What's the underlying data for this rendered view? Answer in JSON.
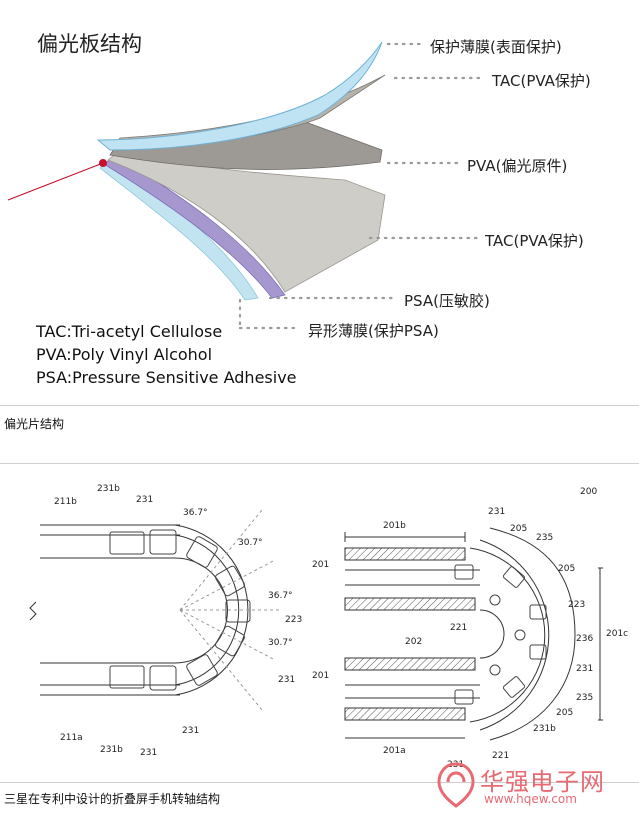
{
  "diagram_title": "偏光板结构",
  "layers": [
    {
      "label": "保护薄膜(表面保护)"
    },
    {
      "label": "TAC(PVA保护)"
    },
    {
      "label": "PVA(偏光原件)"
    },
    {
      "label": "TAC(PVA保护)"
    },
    {
      "label": "PSA(压敏胶)"
    },
    {
      "label": "异形薄膜(保护PSA)"
    }
  ],
  "legend": [
    "TAC:Tri-acetyl Cellulose",
    "PVA:Poly Vinyl Alcohol",
    "PSA:Pressure Sensitive Adhesive"
  ],
  "caption_top": "偏光片结构",
  "caption_bottom": "三星在专利中设计的折叠屏手机转轴结构",
  "patent_labels": {
    "fig_number": "200",
    "left": [
      "211b",
      "231b",
      "231",
      "36.7°",
      "30.7°",
      "36.7°",
      "30.7°",
      "223",
      "231",
      "211a",
      "231b",
      "231",
      "231"
    ],
    "right": [
      "201b",
      "201",
      "231",
      "205",
      "235",
      "205",
      "223",
      "221",
      "236",
      "201c",
      "202",
      "231",
      "201",
      "235",
      "205",
      "231b",
      "201a",
      "221",
      "231"
    ]
  },
  "watermark": {
    "name": "华强电子网",
    "url": "www.hqew.com"
  },
  "colors": {
    "protective_film": "#bfe3f3",
    "tac": "#8d8a86",
    "pva": "#b7b3ad",
    "psa": "#9c90c6",
    "release_film": "#c2e4f1",
    "accent_dot": "#c8102e",
    "watermark": "#e86a73"
  }
}
